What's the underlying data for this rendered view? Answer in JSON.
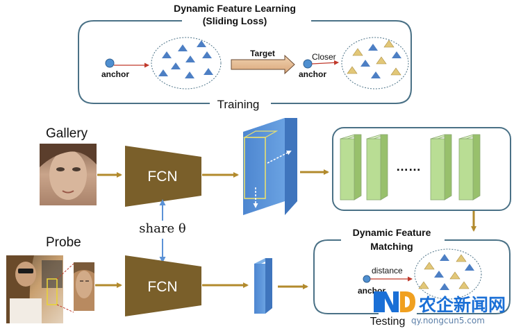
{
  "training": {
    "title_line1": "Dynamic Feature Learning",
    "title_line2": "(Sliding Loss)",
    "anchor_left": "anchor",
    "target": "Target",
    "closer": "Closer",
    "anchor_right": "anchor",
    "caption": "Training"
  },
  "gallery": {
    "label": "Gallery"
  },
  "probe": {
    "label": "Probe"
  },
  "network": {
    "fcn_top": "FCN",
    "fcn_bottom": "FCN",
    "share": "share θ"
  },
  "features": {
    "ellipsis": "……"
  },
  "testing": {
    "title_line1": "Dynamic Feature",
    "title_line2": "Matching",
    "distance": "distance",
    "anchor": "anchor",
    "caption": "Testing"
  },
  "watermark": {
    "brand": "农企新闻网",
    "url": "qy.nongcun5.com"
  },
  "colors": {
    "box_border": "#4a7186",
    "arrow_gold": "#b28a2c",
    "fcn_fill": "#7a5f2a",
    "feature_blue": "#5b92d6",
    "feature_green": "#b9dd94",
    "triangle_blue": "#4d7fc4",
    "triangle_gold": "#e2c778",
    "anchor_dot": "#4f8fd0",
    "red_line": "#c0392b",
    "watermark_blue": "#1a6fd6"
  }
}
